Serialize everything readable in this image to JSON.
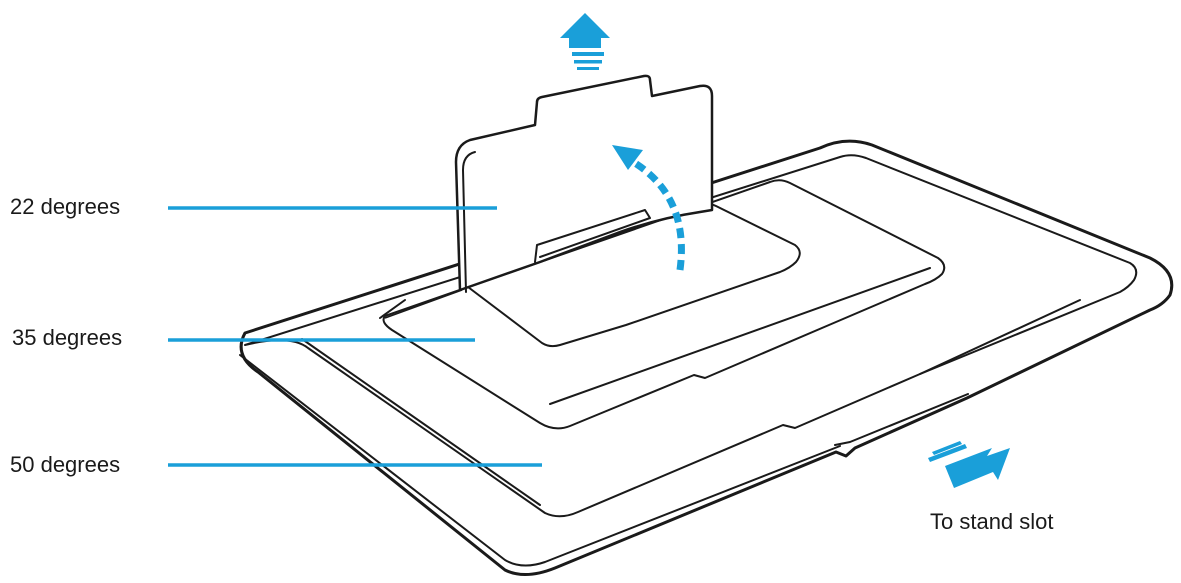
{
  "labels": {
    "angle_22": "22 degrees",
    "angle_35": "35 degrees",
    "angle_50": "50 degrees",
    "to_stand_slot": "To stand slot"
  },
  "colors": {
    "accent": "#1a9fd9",
    "line": "#1a1a1a",
    "background": "#ffffff"
  },
  "icons": {
    "up_arrow": "up-arrow-icon",
    "curved_arrow": "curved-dashed-arrow-icon",
    "right_arrow": "slide-right-arrow-icon"
  }
}
